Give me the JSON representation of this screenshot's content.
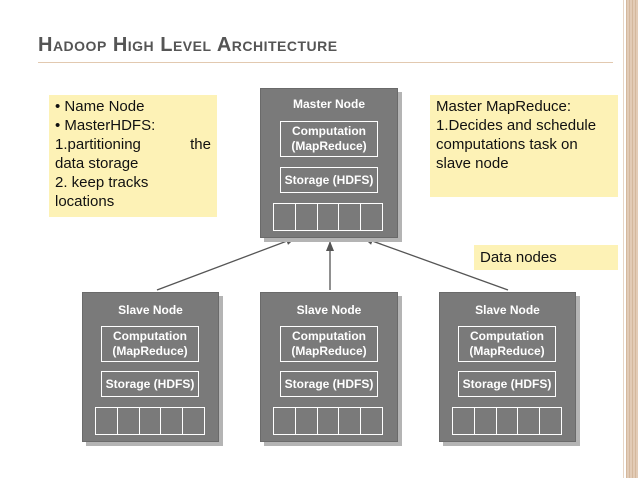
{
  "slide": {
    "title": "Hadoop High Level Architecture"
  },
  "notes": {
    "left": {
      "bullet1": "•  Name Node",
      "bullet2": "•  MasterHDFS:",
      "line3a": "1.partitioning",
      "line3b": "the",
      "line4": "data storage",
      "line5": "2. keep tracks",
      "line6": "locations"
    },
    "right": {
      "line1": "Master MapReduce:",
      "line2": "1.Decides and schedule",
      "line3": "computations task on",
      "line4": "slave node"
    },
    "data_nodes": "Data nodes"
  },
  "master": {
    "label": "Master Node",
    "computation_line1": "Computation",
    "computation_line2": "(MapReduce)",
    "storage": "Storage (HDFS)"
  },
  "slaves": [
    {
      "label": "Slave Node",
      "computation_line1": "Computation",
      "computation_line2": "(MapReduce)",
      "storage": "Storage (HDFS)"
    },
    {
      "label": "Slave Node",
      "computation_line1": "Computation",
      "computation_line2": "(MapReduce)",
      "storage": "Storage (HDFS)"
    },
    {
      "label": "Slave Node",
      "computation_line1": "Computation",
      "computation_line2": "(MapReduce)",
      "storage": "Storage (HDFS)"
    }
  ],
  "colors": {
    "node_fill": "#7a7a7a",
    "note_fill": "#fdf2b6",
    "title_text": "#555555"
  }
}
